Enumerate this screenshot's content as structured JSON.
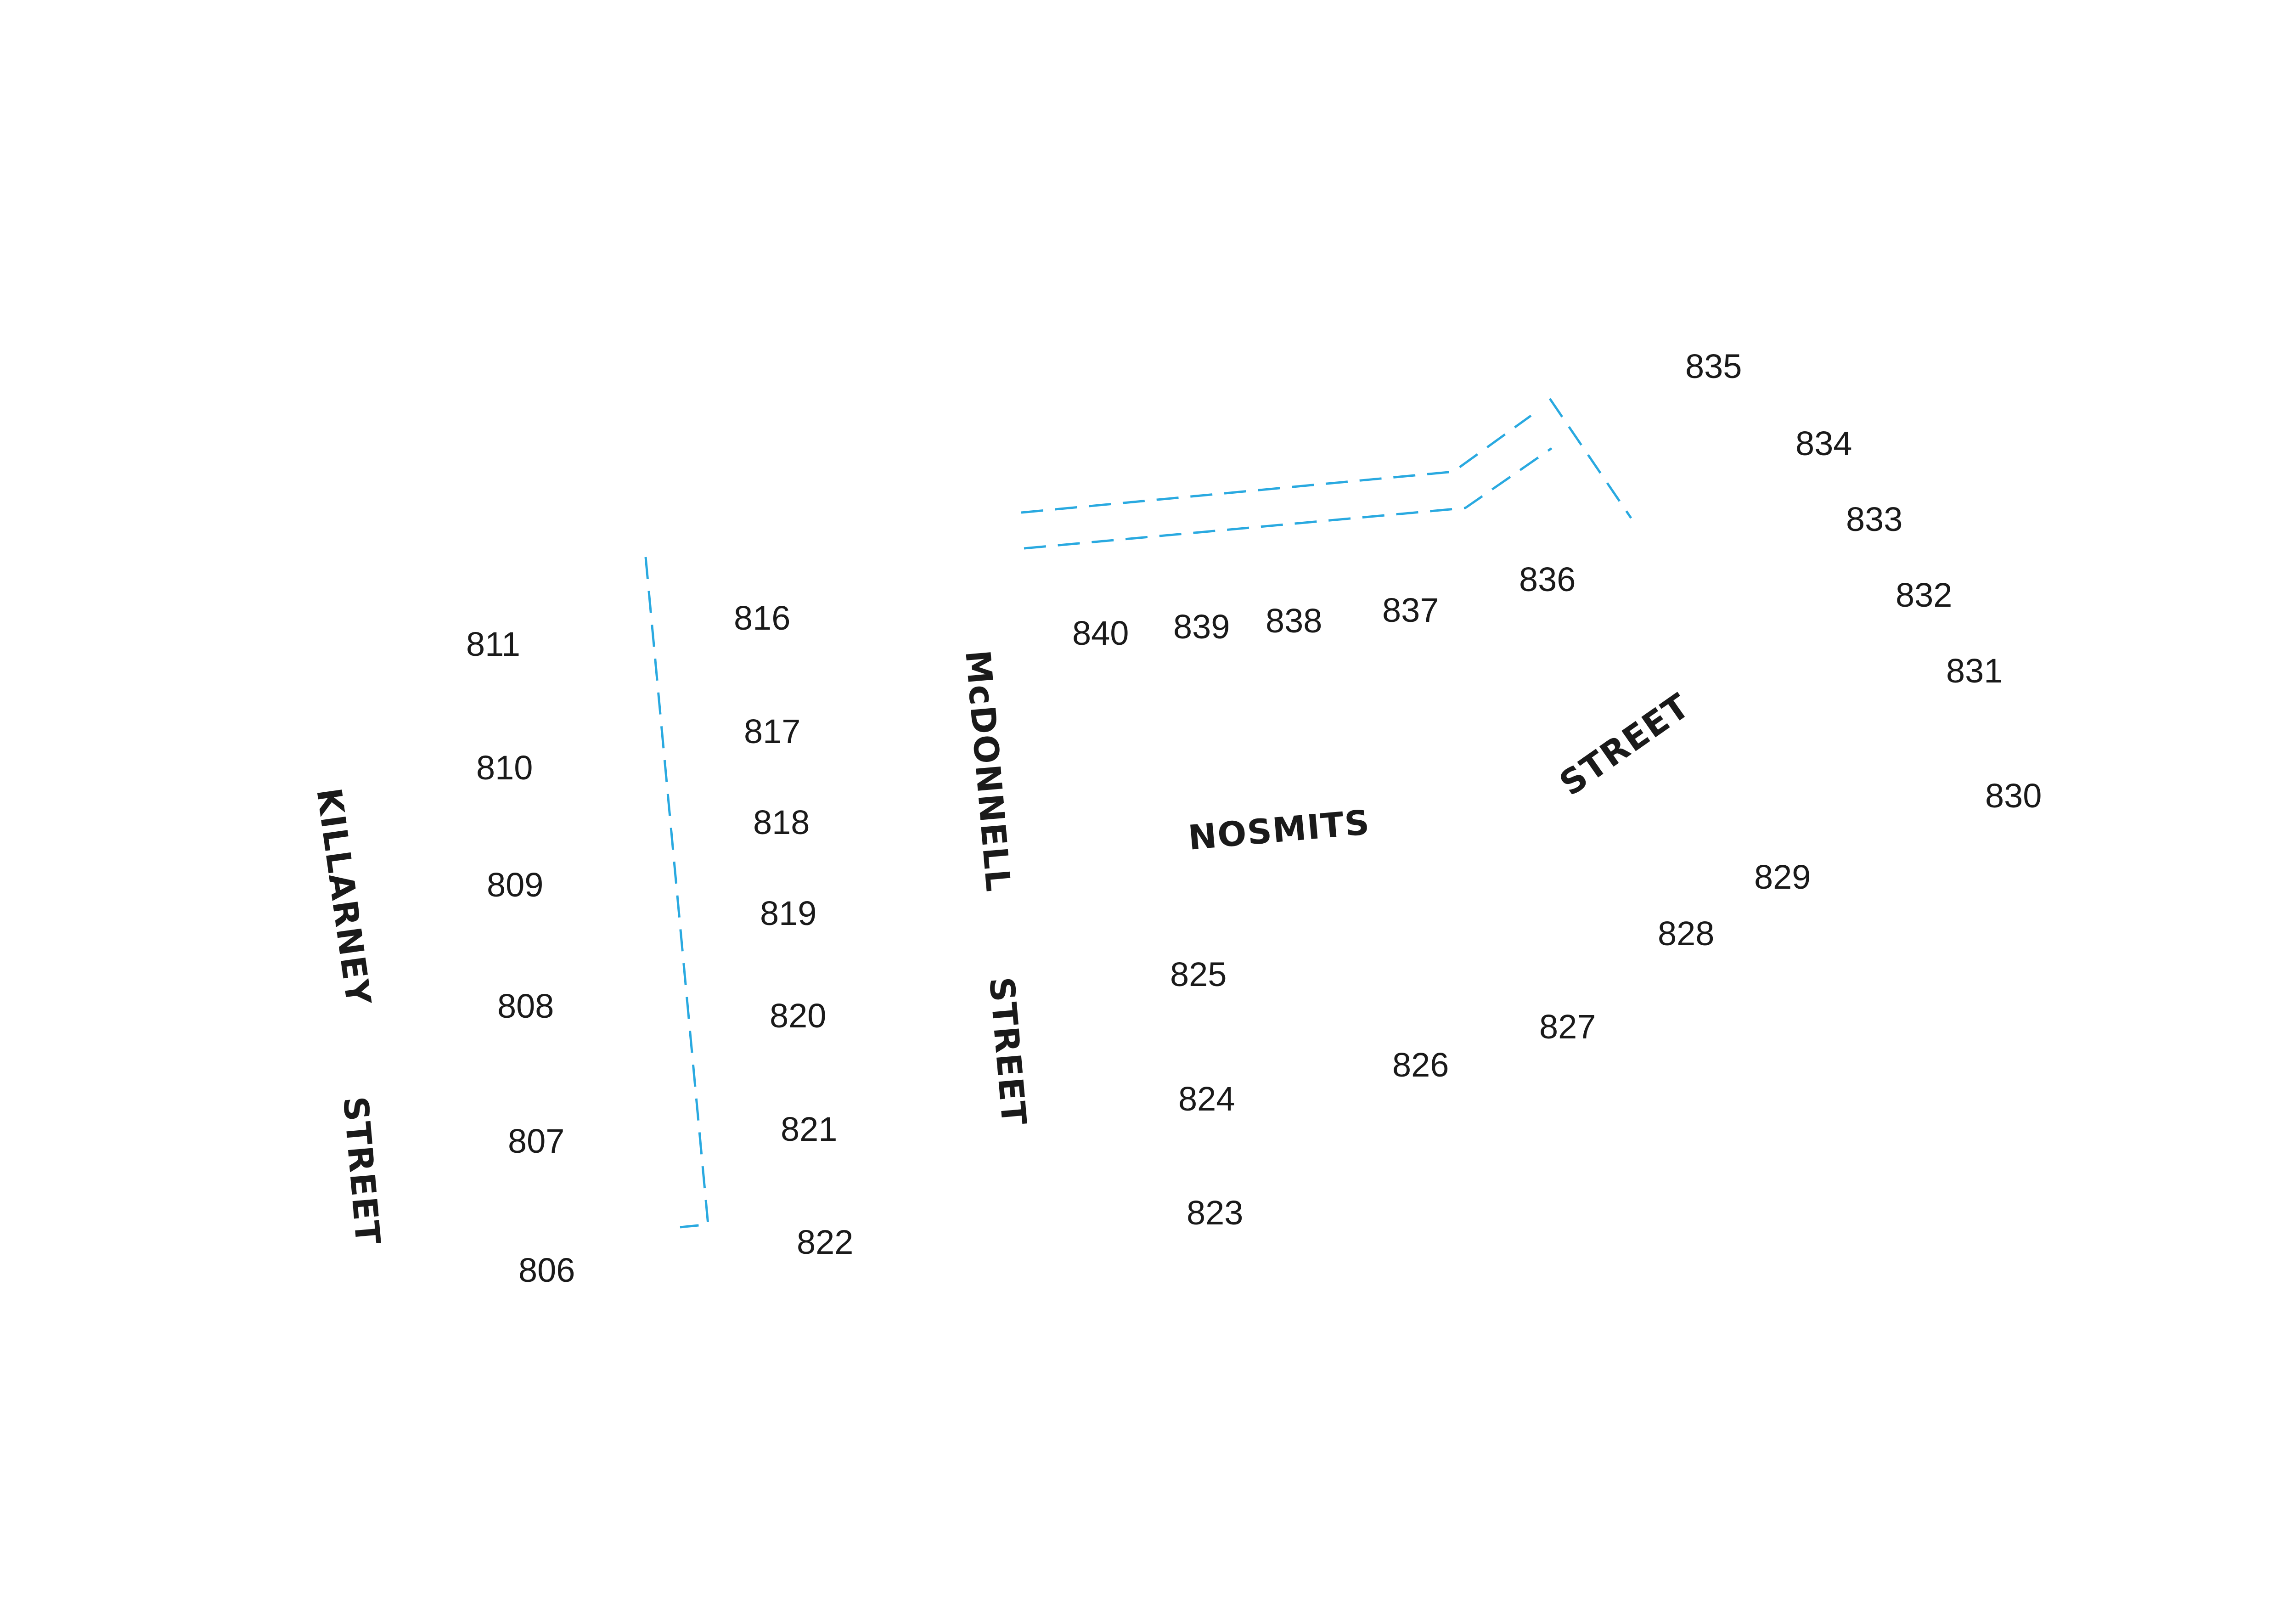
{
  "map": {
    "boundary_color": "#29a9e0",
    "streets": {
      "killarney": "KILLARNEY",
      "killarney_suffix": "STREET",
      "mcdonnell": "McDONNELL",
      "mcdonnell_suffix": "STREET",
      "nosmits": "NOSMITS",
      "nosmits_suffix": "STREET"
    },
    "lots": {
      "l806": "806",
      "l807": "807",
      "l808": "808",
      "l809": "809",
      "l810": "810",
      "l811": "811",
      "l816": "816",
      "l817": "817",
      "l818": "818",
      "l819": "819",
      "l820": "820",
      "l821": "821",
      "l822": "822",
      "l823": "823",
      "l824": "824",
      "l825": "825",
      "l826": "826",
      "l827": "827",
      "l828": "828",
      "l829": "829",
      "l830": "830",
      "l831": "831",
      "l832": "832",
      "l833": "833",
      "l834": "834",
      "l835": "835",
      "l836": "836",
      "l837": "837",
      "l838": "838",
      "l839": "839",
      "l840": "840"
    }
  }
}
